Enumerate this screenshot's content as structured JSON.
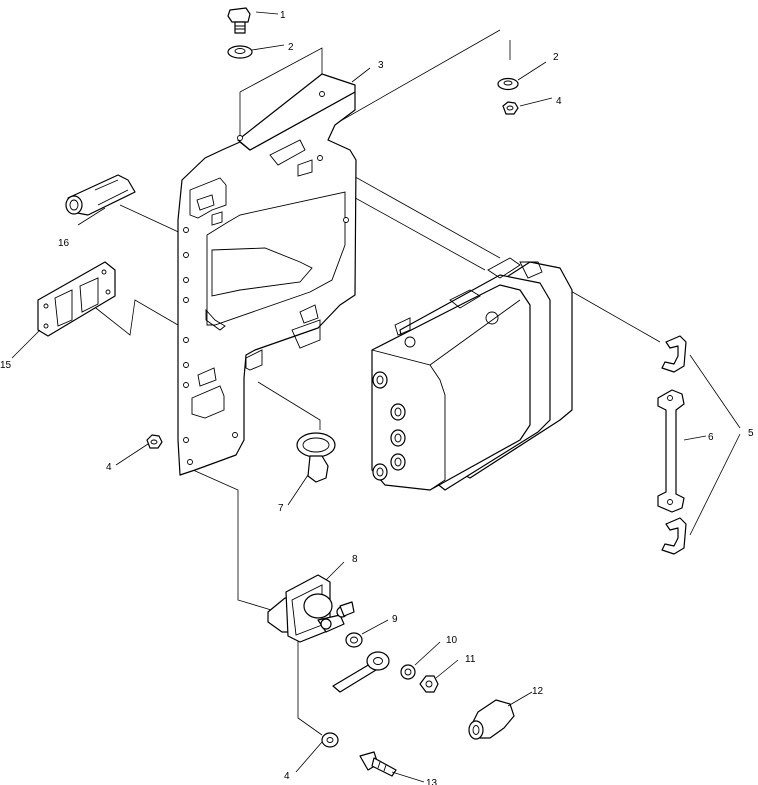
{
  "diagram": {
    "callouts": [
      {
        "id": "c1",
        "text": "1"
      },
      {
        "id": "c2a",
        "text": "2"
      },
      {
        "id": "c2b",
        "text": "2"
      },
      {
        "id": "c3",
        "text": "3"
      },
      {
        "id": "c4a",
        "text": "4"
      },
      {
        "id": "c4b",
        "text": "4"
      },
      {
        "id": "c4c",
        "text": "4"
      },
      {
        "id": "c5",
        "text": "5"
      },
      {
        "id": "c6",
        "text": "6"
      },
      {
        "id": "c7",
        "text": "7"
      },
      {
        "id": "c8",
        "text": "8"
      },
      {
        "id": "c9",
        "text": "9"
      },
      {
        "id": "c10",
        "text": "10"
      },
      {
        "id": "c11",
        "text": "11"
      },
      {
        "id": "c12",
        "text": "12"
      },
      {
        "id": "c13",
        "text": "13"
      },
      {
        "id": "c15",
        "text": "15"
      },
      {
        "id": "c16",
        "text": "16"
      }
    ]
  }
}
